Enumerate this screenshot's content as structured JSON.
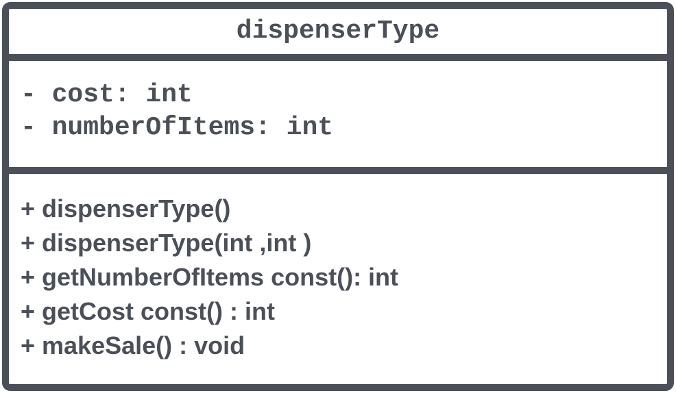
{
  "class_name": "dispenserType",
  "attributes": [
    "- cost: int",
    "- numberOfItems: int"
  ],
  "operations": [
    "+ dispenserType()",
    "+ dispenserType(int ,int )",
    "+ getNumberOfItems const(): int",
    "+ getCost const() : int",
    "+ makeSale() : void"
  ],
  "colors": {
    "stroke": "#4b5058",
    "text": "#4b5058",
    "fill": "#ffffff"
  }
}
